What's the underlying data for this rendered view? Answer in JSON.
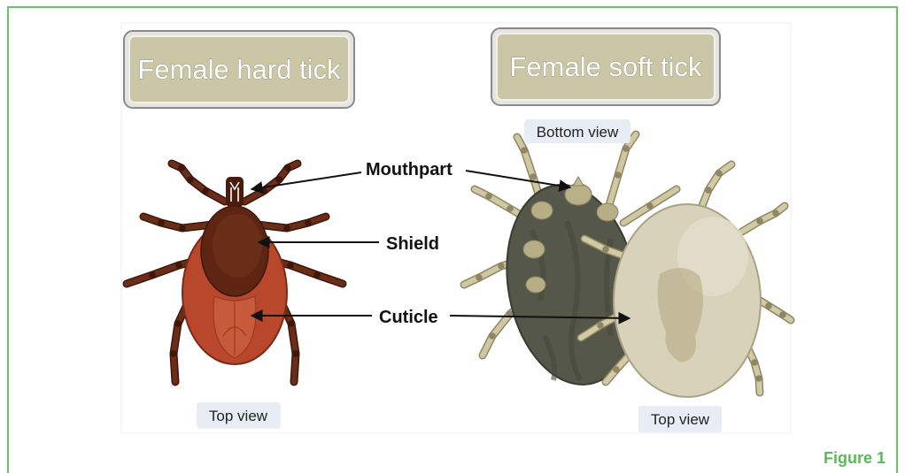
{
  "figure": {
    "label": "Figure 1",
    "hard_tick": {
      "title": "Female hard tick",
      "view_label": "Top view"
    },
    "soft_tick": {
      "title": "Female soft tick",
      "bottom_view_label": "Bottom view",
      "top_view_label": "Top view"
    },
    "annotations": {
      "mouthpart": "Mouthpart",
      "shield": "Shield",
      "cuticle": "Cuticle"
    }
  },
  "colors": {
    "frame_green": "#6ac26a",
    "figure_label_green": "#5cb85c",
    "title_box": "#cbc6a6",
    "view_label_bg": "#e8edf5",
    "hard_tick_body": "#b8472c",
    "hard_tick_shield": "#5e2612",
    "soft_tick_bottom": "#55574a",
    "soft_tick_top": "#d8d2bb"
  }
}
